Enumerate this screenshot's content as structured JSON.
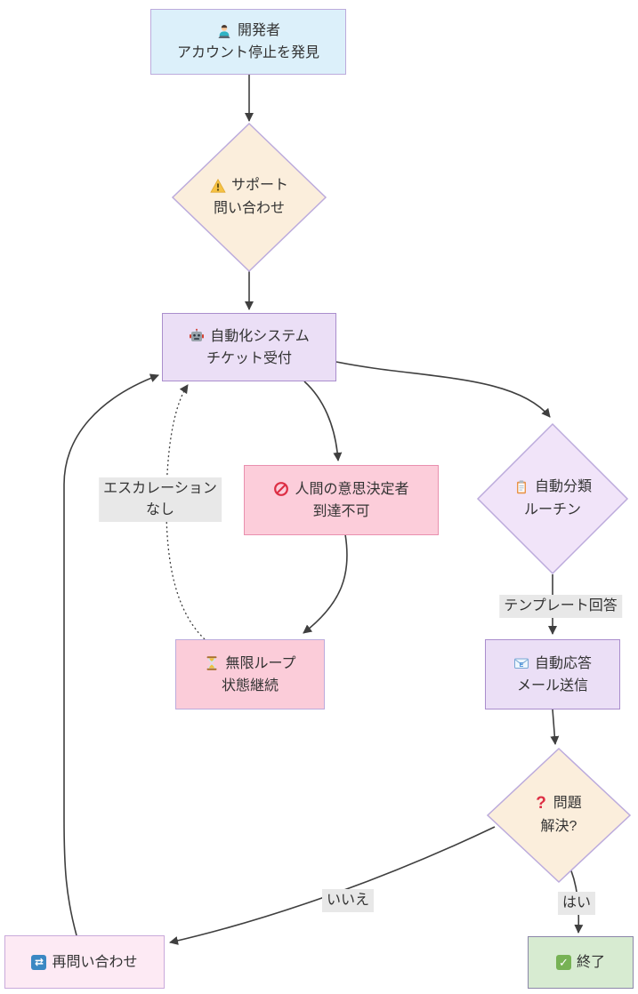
{
  "nodes": {
    "developer": {
      "icon": "technologist-icon",
      "title": "開発者",
      "subtitle": "アカウント停止を発見"
    },
    "support": {
      "icon": "warning-icon",
      "title": "サポート",
      "subtitle": "問い合わせ"
    },
    "automation": {
      "icon": "robot-icon",
      "title": "自動化システム",
      "subtitle": "チケット受付"
    },
    "human": {
      "icon": "prohibited-icon",
      "title": "人間の意思決定者",
      "subtitle": "到達不可"
    },
    "classify": {
      "icon": "clipboard-icon",
      "title": "自動分類",
      "subtitle": "ルーチン"
    },
    "loop": {
      "icon": "hourglass-icon",
      "title": "無限ループ",
      "subtitle": "状態継続"
    },
    "autoreply": {
      "icon": "email-icon",
      "title": "自動応答",
      "subtitle": "メール送信"
    },
    "resolved": {
      "icon": "question-icon",
      "title": "問題",
      "subtitle": "解決?"
    },
    "reinquiry": {
      "icon": "repeat-icon",
      "title": "再問い合わせ"
    },
    "end": {
      "icon": "check-icon",
      "title": "終了"
    }
  },
  "edge_labels": {
    "escalation_line1": "エスカレーション",
    "escalation_line2": "なし",
    "template": "テンプレート回答",
    "no": "いいえ",
    "yes": "はい"
  },
  "colors": {
    "edge": "#3f3f3f",
    "label_bg": "#e8e8e8",
    "text": "#333333",
    "developer_fill": "#dcf0fa",
    "decision_fill": "#fbeedc",
    "classify_fill": "#f1e4f9",
    "purple_fill": "#ebdff6",
    "purple_border": "#aa8ecd",
    "pink_fill": "#fccdda",
    "pink_border": "#e98fae",
    "loop_fill": "#fbccd9",
    "reinquiry_fill": "#fdeaf4",
    "end_fill": "#d7ebd1",
    "end_border": "#8c87a9",
    "border_purple": "#bcabdc"
  }
}
